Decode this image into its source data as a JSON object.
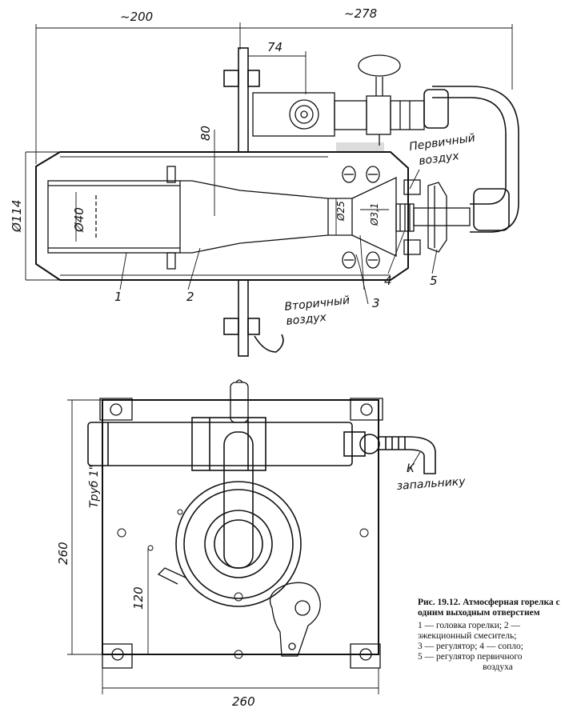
{
  "dimensions": {
    "top_left": "~200",
    "top_right": "~278",
    "d74": "74",
    "d80": "80",
    "d114": "Ø114",
    "d40": "Ø40",
    "d25": "Ø25",
    "d31": "Ø3,1",
    "d260_h": "260",
    "d260_v": "260",
    "d120": "120"
  },
  "labels": {
    "primary_air_line1": "Первичный",
    "primary_air_line2": "воздух",
    "secondary_air_line1": "Вторичный",
    "secondary_air_line2": "воздух",
    "pipe": "Труб 1\"",
    "igniter_line1": "К",
    "igniter_line2": "запальнику"
  },
  "callouts": [
    "1",
    "2",
    "3",
    "4",
    "5"
  ],
  "caption": {
    "title": "Рис. 19.12. Атмосферная горелка с одним выходным отверстием",
    "line1": "1 — головка горелки; 2 —",
    "line2": "эжекционный смеситель;",
    "line3": "3 — регулятор; 4 — сопло;",
    "line4": "5 — регулятор первичного",
    "line5": "воздуха"
  }
}
